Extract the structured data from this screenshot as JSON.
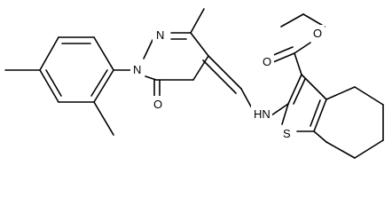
{
  "atoms": {
    "n_pyrazole_1": "N",
    "n_pyrazole_2": "N",
    "o_carbonyl_ring": "O",
    "nh_amine": "HN",
    "s_thiophene": "S",
    "o_ester_carbonyl": "O",
    "o_ester_ether": "O"
  },
  "colors": {
    "bond": "#000000",
    "label": "#000000",
    "background": "#ffffff"
  }
}
